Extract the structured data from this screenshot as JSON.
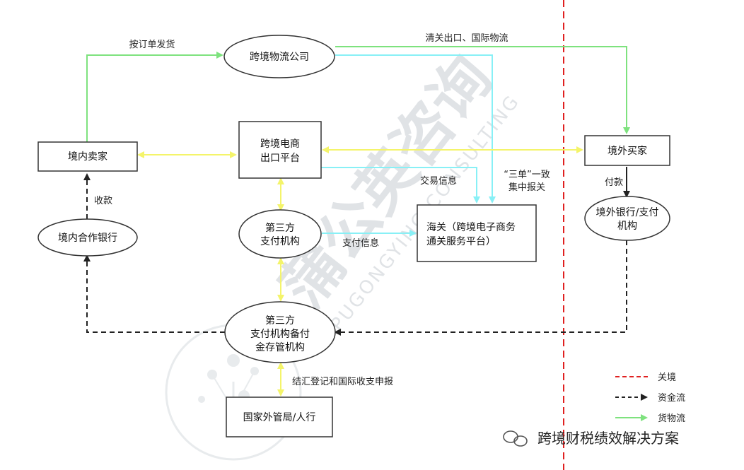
{
  "nodes": {
    "logistics": "跨境物流公司",
    "platform": [
      "跨境电商",
      "出口平台"
    ],
    "seller": "境内卖家",
    "buyer": "境外买家",
    "third_party": [
      "第三方",
      "支付机构"
    ],
    "customs": [
      "海关（跨境电子商务",
      "通关服务平台）"
    ],
    "domestic_bank": "境内合作银行",
    "foreign_bank": [
      "境外银行/支付",
      "机构"
    ],
    "custody": [
      "第三方",
      "支付机构备付",
      "金存管机构"
    ],
    "safe": "国家外管局/人行"
  },
  "labels": {
    "ship_by_order": "按订单发货",
    "clearance_logistics": "清关出口、国际物流",
    "collect": "收款",
    "transaction_info": "交易信息",
    "three_docs": [
      "“三单”一致",
      "集中报关"
    ],
    "payment_info": "支付信息",
    "pay": "付款",
    "settlement": "结汇登记和国际收支申报"
  },
  "legend": {
    "border": "关境",
    "fund_flow": "资金流",
    "goods_flow": "货物流"
  },
  "watermark": {
    "cn": "蒲公英咨询",
    "en": "PUGONGYING CONSULTING",
    "footer": "跨境财税绩效解决方案"
  },
  "colors": {
    "goods": "#7ee27e",
    "info": "#88f0f6",
    "yellow": "#f4f46a",
    "fund": "#222222",
    "border": "#e02020"
  }
}
